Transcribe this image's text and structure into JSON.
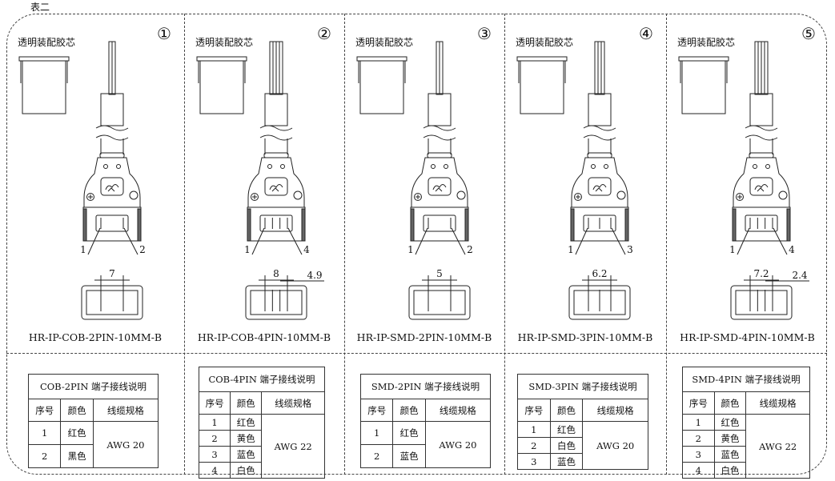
{
  "caption": "表二",
  "insert_label": "透明装配胶芯",
  "columns": [
    {
      "number": "①",
      "model": "HR-IP-COB-2PIN-10MM-B",
      "pins": 2,
      "pin_labels": [
        "1",
        "2"
      ],
      "dims": [
        "7"
      ],
      "table": {
        "title": "COB-2PIN 端子接线说明",
        "headers": [
          "序号",
          "颜色",
          "线缆规格"
        ],
        "rows": [
          [
            "1",
            "红色"
          ],
          [
            "2",
            "黑色"
          ]
        ],
        "spec": "AWG 20"
      }
    },
    {
      "number": "②",
      "model": "HR-IP-COB-4PIN-10MM-B",
      "pins": 4,
      "pin_labels": [
        "1",
        "4"
      ],
      "dims": [
        "8",
        "4.9"
      ],
      "table": {
        "title": "COB-4PIN 端子接线说明",
        "headers": [
          "序号",
          "颜色",
          "线缆规格"
        ],
        "rows": [
          [
            "1",
            "红色"
          ],
          [
            "2",
            "黄色"
          ],
          [
            "3",
            "蓝色"
          ],
          [
            "4",
            "白色"
          ]
        ],
        "spec": "AWG 22"
      }
    },
    {
      "number": "③",
      "model": "HR-IP-SMD-2PIN-10MM-B",
      "pins": 2,
      "pin_labels": [
        "1",
        "2"
      ],
      "dims": [
        "5"
      ],
      "table": {
        "title": "SMD-2PIN 端子接线说明",
        "headers": [
          "序号",
          "颜色",
          "线缆规格"
        ],
        "rows": [
          [
            "1",
            "红色"
          ],
          [
            "2",
            "蓝色"
          ]
        ],
        "spec": "AWG 20"
      }
    },
    {
      "number": "④",
      "model": "HR-IP-SMD-3PIN-10MM-B",
      "pins": 3,
      "pin_labels": [
        "1",
        "3"
      ],
      "dims": [
        "6.2"
      ],
      "table": {
        "title": "SMD-3PIN 端子接线说明",
        "headers": [
          "序号",
          "颜色",
          "线缆规格"
        ],
        "rows": [
          [
            "1",
            "红色"
          ],
          [
            "2",
            "白色"
          ],
          [
            "3",
            "蓝色"
          ]
        ],
        "spec": "AWG 20"
      }
    },
    {
      "number": "⑤",
      "model": "HR-IP-SMD-4PIN-10MM-B",
      "pins": 4,
      "pin_labels": [
        "1",
        "4"
      ],
      "dims": [
        "7.2",
        "2.4"
      ],
      "table": {
        "title": "SMD-4PIN 端子接线说明",
        "headers": [
          "序号",
          "颜色",
          "线缆规格"
        ],
        "rows": [
          [
            "1",
            "红色"
          ],
          [
            "2",
            "黄色"
          ],
          [
            "3",
            "蓝色"
          ],
          [
            "4",
            "白色"
          ]
        ],
        "spec": "AWG 22"
      }
    }
  ]
}
